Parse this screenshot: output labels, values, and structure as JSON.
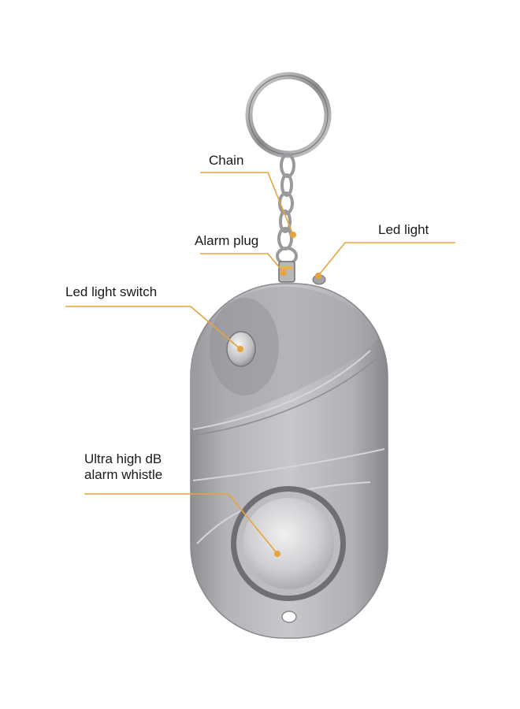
{
  "labels": {
    "chain": "Chain",
    "alarm_plug": "Alarm plug",
    "led_light": "Led light",
    "led_light_switch": "Led light switch",
    "whistle_line1": "Ultra high dB",
    "whistle_line2": "alarm whistle"
  },
  "colors": {
    "callout_line": "#e8a33a",
    "callout_dot": "#e8a33a",
    "body_silver": "#b9b9bc",
    "background": "#ffffff"
  }
}
